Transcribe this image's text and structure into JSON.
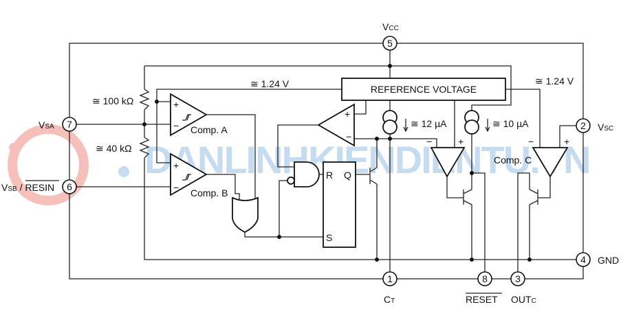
{
  "title": "Supply voltage supervisor block diagram",
  "pins": [
    {
      "number": "5",
      "name": "V",
      "sub": "CC"
    },
    {
      "number": "7",
      "name": "V",
      "sub": "SA"
    },
    {
      "number": "6",
      "name": "V",
      "sub": "SB",
      "suffix": " / RESIN"
    },
    {
      "number": "2",
      "name": "V",
      "sub": "SC"
    },
    {
      "number": "4",
      "name": "GND"
    },
    {
      "number": "1",
      "name": "C",
      "sub": "T"
    },
    {
      "number": "8",
      "name": "RESET"
    },
    {
      "number": "3",
      "name": "OUT",
      "sub": "C"
    }
  ],
  "blocks": {
    "reference": "REFERENCE VOLTAGE",
    "comp_a": "Comp. A",
    "comp_b": "Comp. B",
    "comp_c": "Comp. C",
    "ff_r": "R",
    "ff_s": "S",
    "ff_q": "Q"
  },
  "values": {
    "r1": "≅ 100 kΩ",
    "r2": "≅ 40 kΩ",
    "vref_left": "≅ 1.24 V",
    "vref_right": "≅ 1.24 V",
    "i1": "≅ 12 µA",
    "i2": "≅ 10 µA"
  },
  "signs": {
    "plus": "+",
    "minus": "−"
  },
  "watermark": "DANLINHKIENDIENTU.VN"
}
